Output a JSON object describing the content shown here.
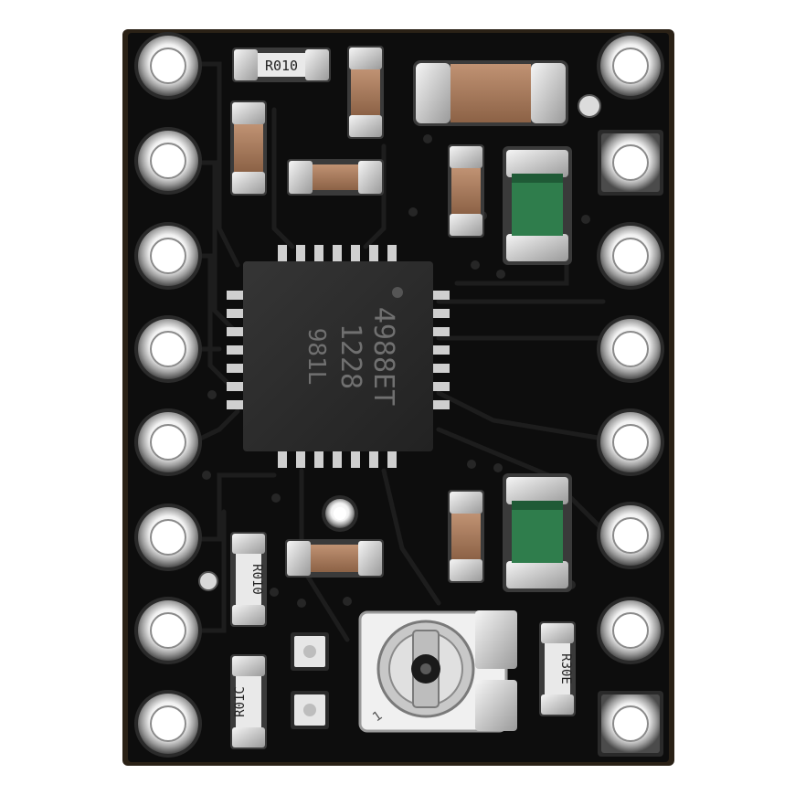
{
  "board": {
    "chip_marking": {
      "line1": "4988ET",
      "line2": "1228",
      "line3": "981L"
    },
    "resistor_markings": {
      "top": "R010",
      "left_middle": "R010",
      "left_bottom": "R01C",
      "right_bottom": "R30E"
    },
    "pot_mark": "1",
    "colors": {
      "pcb": "#0e0e0e",
      "pcb_edge": "#3a2e1a",
      "silver": "#d8d8d8",
      "capacitor": "#a67a5a",
      "green_diode": "#2f7d4c",
      "chip": "#2b2b2b"
    }
  }
}
